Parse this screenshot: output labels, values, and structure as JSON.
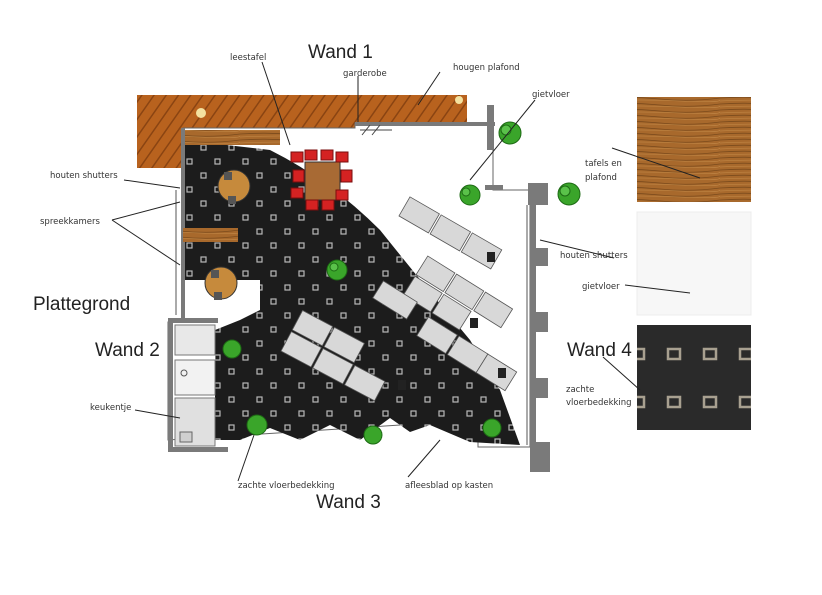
{
  "titles": {
    "wand1": "Wand 1",
    "wand2": "Wand 2",
    "wand3": "Wand 3",
    "wand4": "Wand 4",
    "plattegrond": "Plattegrond"
  },
  "labels": {
    "leestafel": "leestafel",
    "garderobe": "garderobe",
    "hoogen_plafond": "hougen plafond",
    "gietvloer_top": "gietvloer",
    "houten_shutters_left": "houten shutters",
    "spreekkamers": "spreekkamers",
    "keukentje": "keukentje",
    "zachte_vloerbedekking_bottom": "zachte vloerbedekking",
    "afleesblad": "afleesblad op kasten",
    "tafels_en_plafond_1": "tafels en",
    "tafels_en_plafond_2": "plafond",
    "houten_shutters_right": "houten shutters",
    "gietvloer_right": "gietvloer",
    "zachte_right_1": "zachte",
    "zachte_right_2": "vloerbedekking"
  },
  "colors": {
    "wood": "#b8621e",
    "carpet": "#1c1c1c",
    "chair_red": "#d42222",
    "plant_green": "#3aa52a",
    "wall_grey": "#7a7a7a",
    "desk_grey": "#d8d8d8"
  },
  "icons": {
    "plant": "plant-icon",
    "chair": "chair-icon"
  }
}
